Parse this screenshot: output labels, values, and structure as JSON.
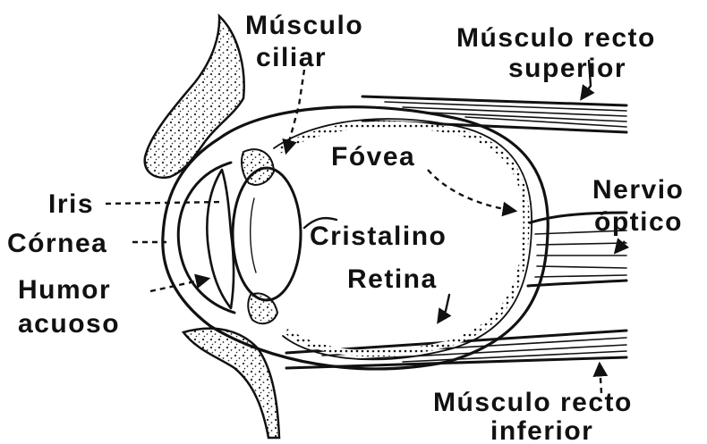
{
  "labels": {
    "musculo_ciliar": [
      "Músculo",
      "ciliar"
    ],
    "musculo_recto_superior": [
      "Músculo recto",
      "superior"
    ],
    "fovea": "Fóvea",
    "nervio_optico": [
      "Nervio",
      "óptico"
    ],
    "iris": "Iris",
    "cornea": "Córnea",
    "cristalino": "Cristalino",
    "retina": "Retina",
    "humor_acuoso": [
      "Humor",
      "acuoso"
    ],
    "musculo_recto_inferior": [
      "Músculo recto",
      "inferior"
    ]
  },
  "colors": {
    "ink": "#111111",
    "paper": "#ffffff"
  }
}
